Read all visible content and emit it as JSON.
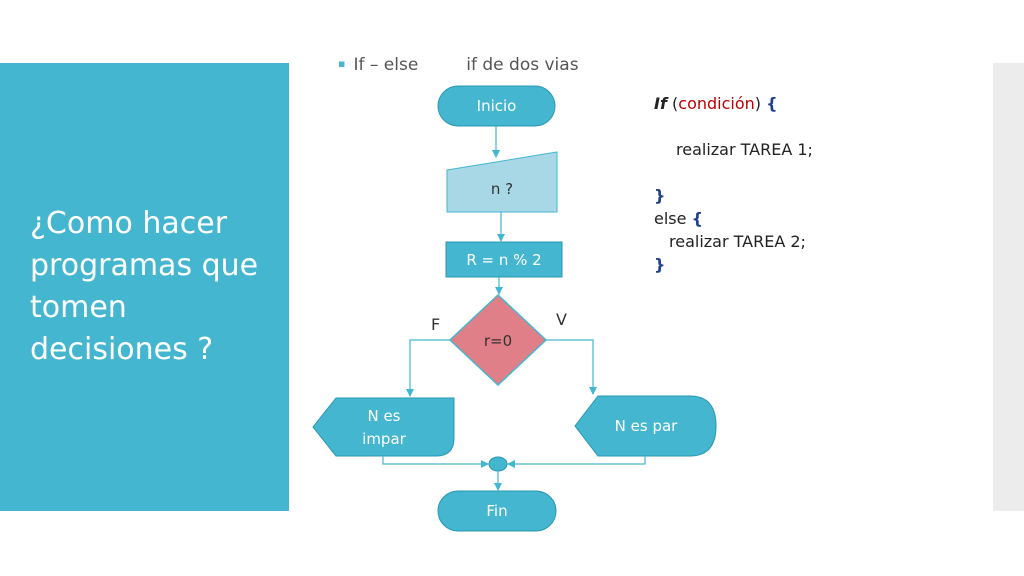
{
  "slide": {
    "title": "¿Como hacer programas que tomen decisiones ?"
  },
  "bullet": {
    "label": "If – else",
    "description": "if de dos vias"
  },
  "flowchart": {
    "start": "Inicio",
    "input": "n ?",
    "process": "R = n % 2",
    "decision": "r=0",
    "false_label": "F",
    "true_label": "V",
    "false_branch_line1": "N es",
    "false_branch_line2": "impar",
    "true_branch": "N es par",
    "end": "Fin"
  },
  "code": {
    "keyword_if": "If",
    "paren_open": "(",
    "condition": "condición",
    "paren_close": ")",
    "brace_open": "{",
    "task1": "realizar TAREA 1;",
    "brace_close1": "}",
    "keyword_else": "else",
    "brace_open2": "{",
    "task2": "realizar TAREA 2;",
    "brace_close2": "}"
  },
  "colors": {
    "accent": "#44b6d0",
    "input_fill": "#a8d8e6",
    "decision_fill": "#e07f87",
    "connector": "#44b6d0"
  }
}
